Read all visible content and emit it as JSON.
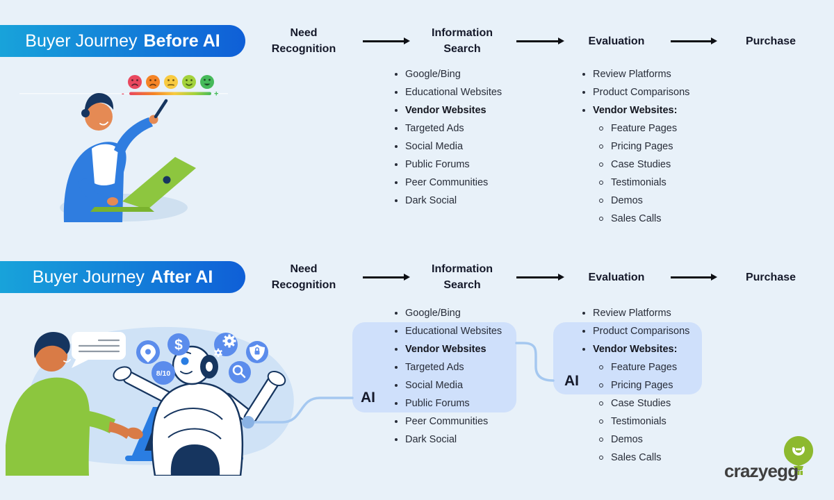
{
  "banners": {
    "before": {
      "prefix": "Buyer Journey",
      "bold": "Before AI"
    },
    "after": {
      "prefix": "Buyer Journey",
      "bold": "After AI"
    }
  },
  "stages": {
    "need": "Need Recognition",
    "info": "Information Search",
    "eval": "Evaluation",
    "purchase": "Purchase"
  },
  "before": {
    "info_list": [
      {
        "text": "Google/Bing"
      },
      {
        "text": "Educational Websites"
      },
      {
        "text": "Vendor Websites",
        "bold": true
      },
      {
        "text": "Targeted Ads"
      },
      {
        "text": "Social Media"
      },
      {
        "text": "Public Forums"
      },
      {
        "text": "Peer Communities"
      },
      {
        "text": "Dark Social"
      }
    ],
    "eval_list": [
      {
        "text": "Review Platforms"
      },
      {
        "text": "Product Comparisons"
      },
      {
        "text": "Vendor Websites:",
        "bold": true
      },
      {
        "text": "Feature Pages",
        "sub": true
      },
      {
        "text": "Pricing Pages",
        "sub": true
      },
      {
        "text": "Case Studies",
        "sub": true
      },
      {
        "text": "Testimonials",
        "sub": true
      },
      {
        "text": "Demos",
        "sub": true
      },
      {
        "text": "Sales Calls",
        "sub": true
      }
    ]
  },
  "after": {
    "info_list": [
      {
        "text": "Google/Bing"
      },
      {
        "text": "Educational Websites"
      },
      {
        "text": "Vendor Websites",
        "bold": true
      },
      {
        "text": "Targeted Ads"
      },
      {
        "text": "Social Media"
      },
      {
        "text": "Public Forums"
      },
      {
        "text": "Peer Communities"
      },
      {
        "text": "Dark Social"
      }
    ],
    "eval_list": [
      {
        "text": "Review Platforms"
      },
      {
        "text": "Product Comparisons"
      },
      {
        "text": "Vendor Websites:",
        "bold": true
      },
      {
        "text": "Feature Pages",
        "sub": true
      },
      {
        "text": "Pricing Pages",
        "sub": true
      },
      {
        "text": "Case Studies",
        "sub": true
      },
      {
        "text": "Testimonials",
        "sub": true
      },
      {
        "text": "Demos",
        "sub": true
      },
      {
        "text": "Sales Calls",
        "sub": true
      }
    ],
    "ai_label_info": "AI",
    "ai_label_eval": "AI"
  },
  "illustration_feedback": {
    "scale_minus": "-",
    "scale_plus": "+",
    "icons": [
      "angry-face-icon",
      "unhappy-face-icon",
      "neutral-face-icon",
      "happy-face-icon",
      "delighted-face-icon",
      "rating-gradient-bar"
    ]
  },
  "illustration_ai": {
    "score_badge": "8/10",
    "dollar": "$",
    "icons": [
      "speech-bubble-icon",
      "location-pin-icon",
      "dollar-icon",
      "score-badge-icon",
      "gears-icon",
      "shield-lock-icon",
      "search-icon"
    ]
  },
  "logo": {
    "wordmark": "crazyegg",
    "tm": "™"
  },
  "colors": {
    "background": "#e8f1f9",
    "banner_gradient_start": "#18a3da",
    "banner_gradient_end": "#0f5fd7",
    "highlight_box": "#cfe0fb",
    "connector_line": "#a5c8f0",
    "text_dark": "#15192a",
    "icon_blue": "#5b8cec",
    "illustration_green": "#8cc63e",
    "illustration_navy": "#16355f",
    "illustration_blue": "#2f7de0",
    "laptop_green": "#8dc63f",
    "skin": "#d97b46",
    "logo_green": "#8db92f"
  }
}
